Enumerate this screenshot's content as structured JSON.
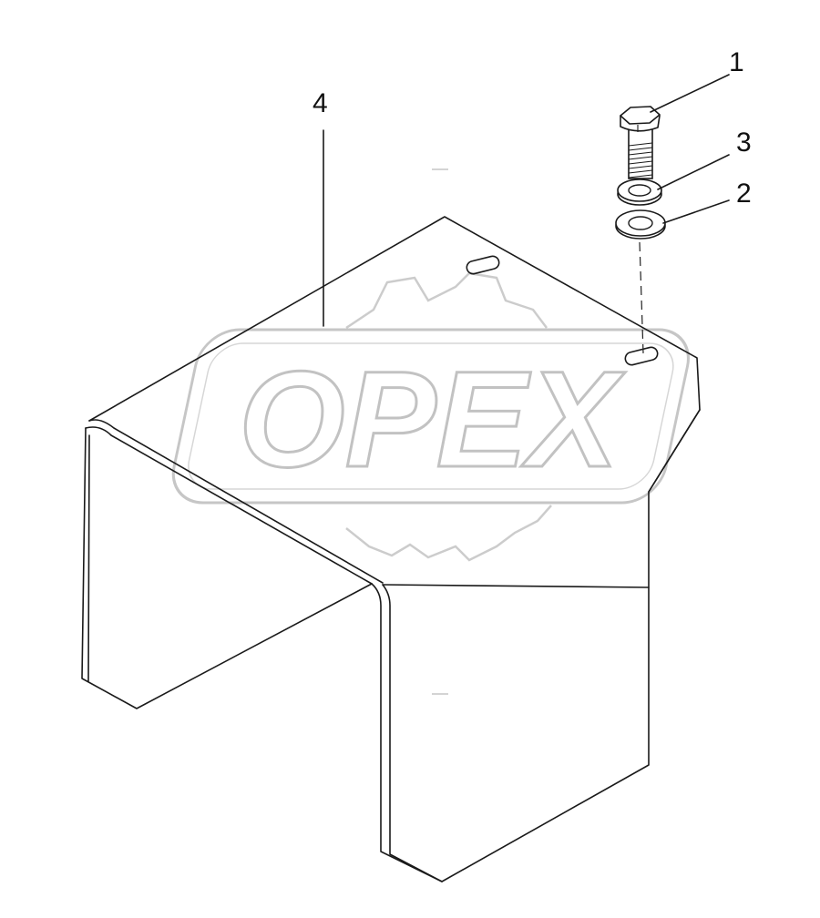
{
  "watermark": {
    "text": "OPEX"
  },
  "callouts": [
    {
      "id": "1",
      "part": "bolt"
    },
    {
      "id": "2",
      "part": "flat-washer"
    },
    {
      "id": "3",
      "part": "lock-washer"
    },
    {
      "id": "4",
      "part": "cover-bracket"
    }
  ]
}
